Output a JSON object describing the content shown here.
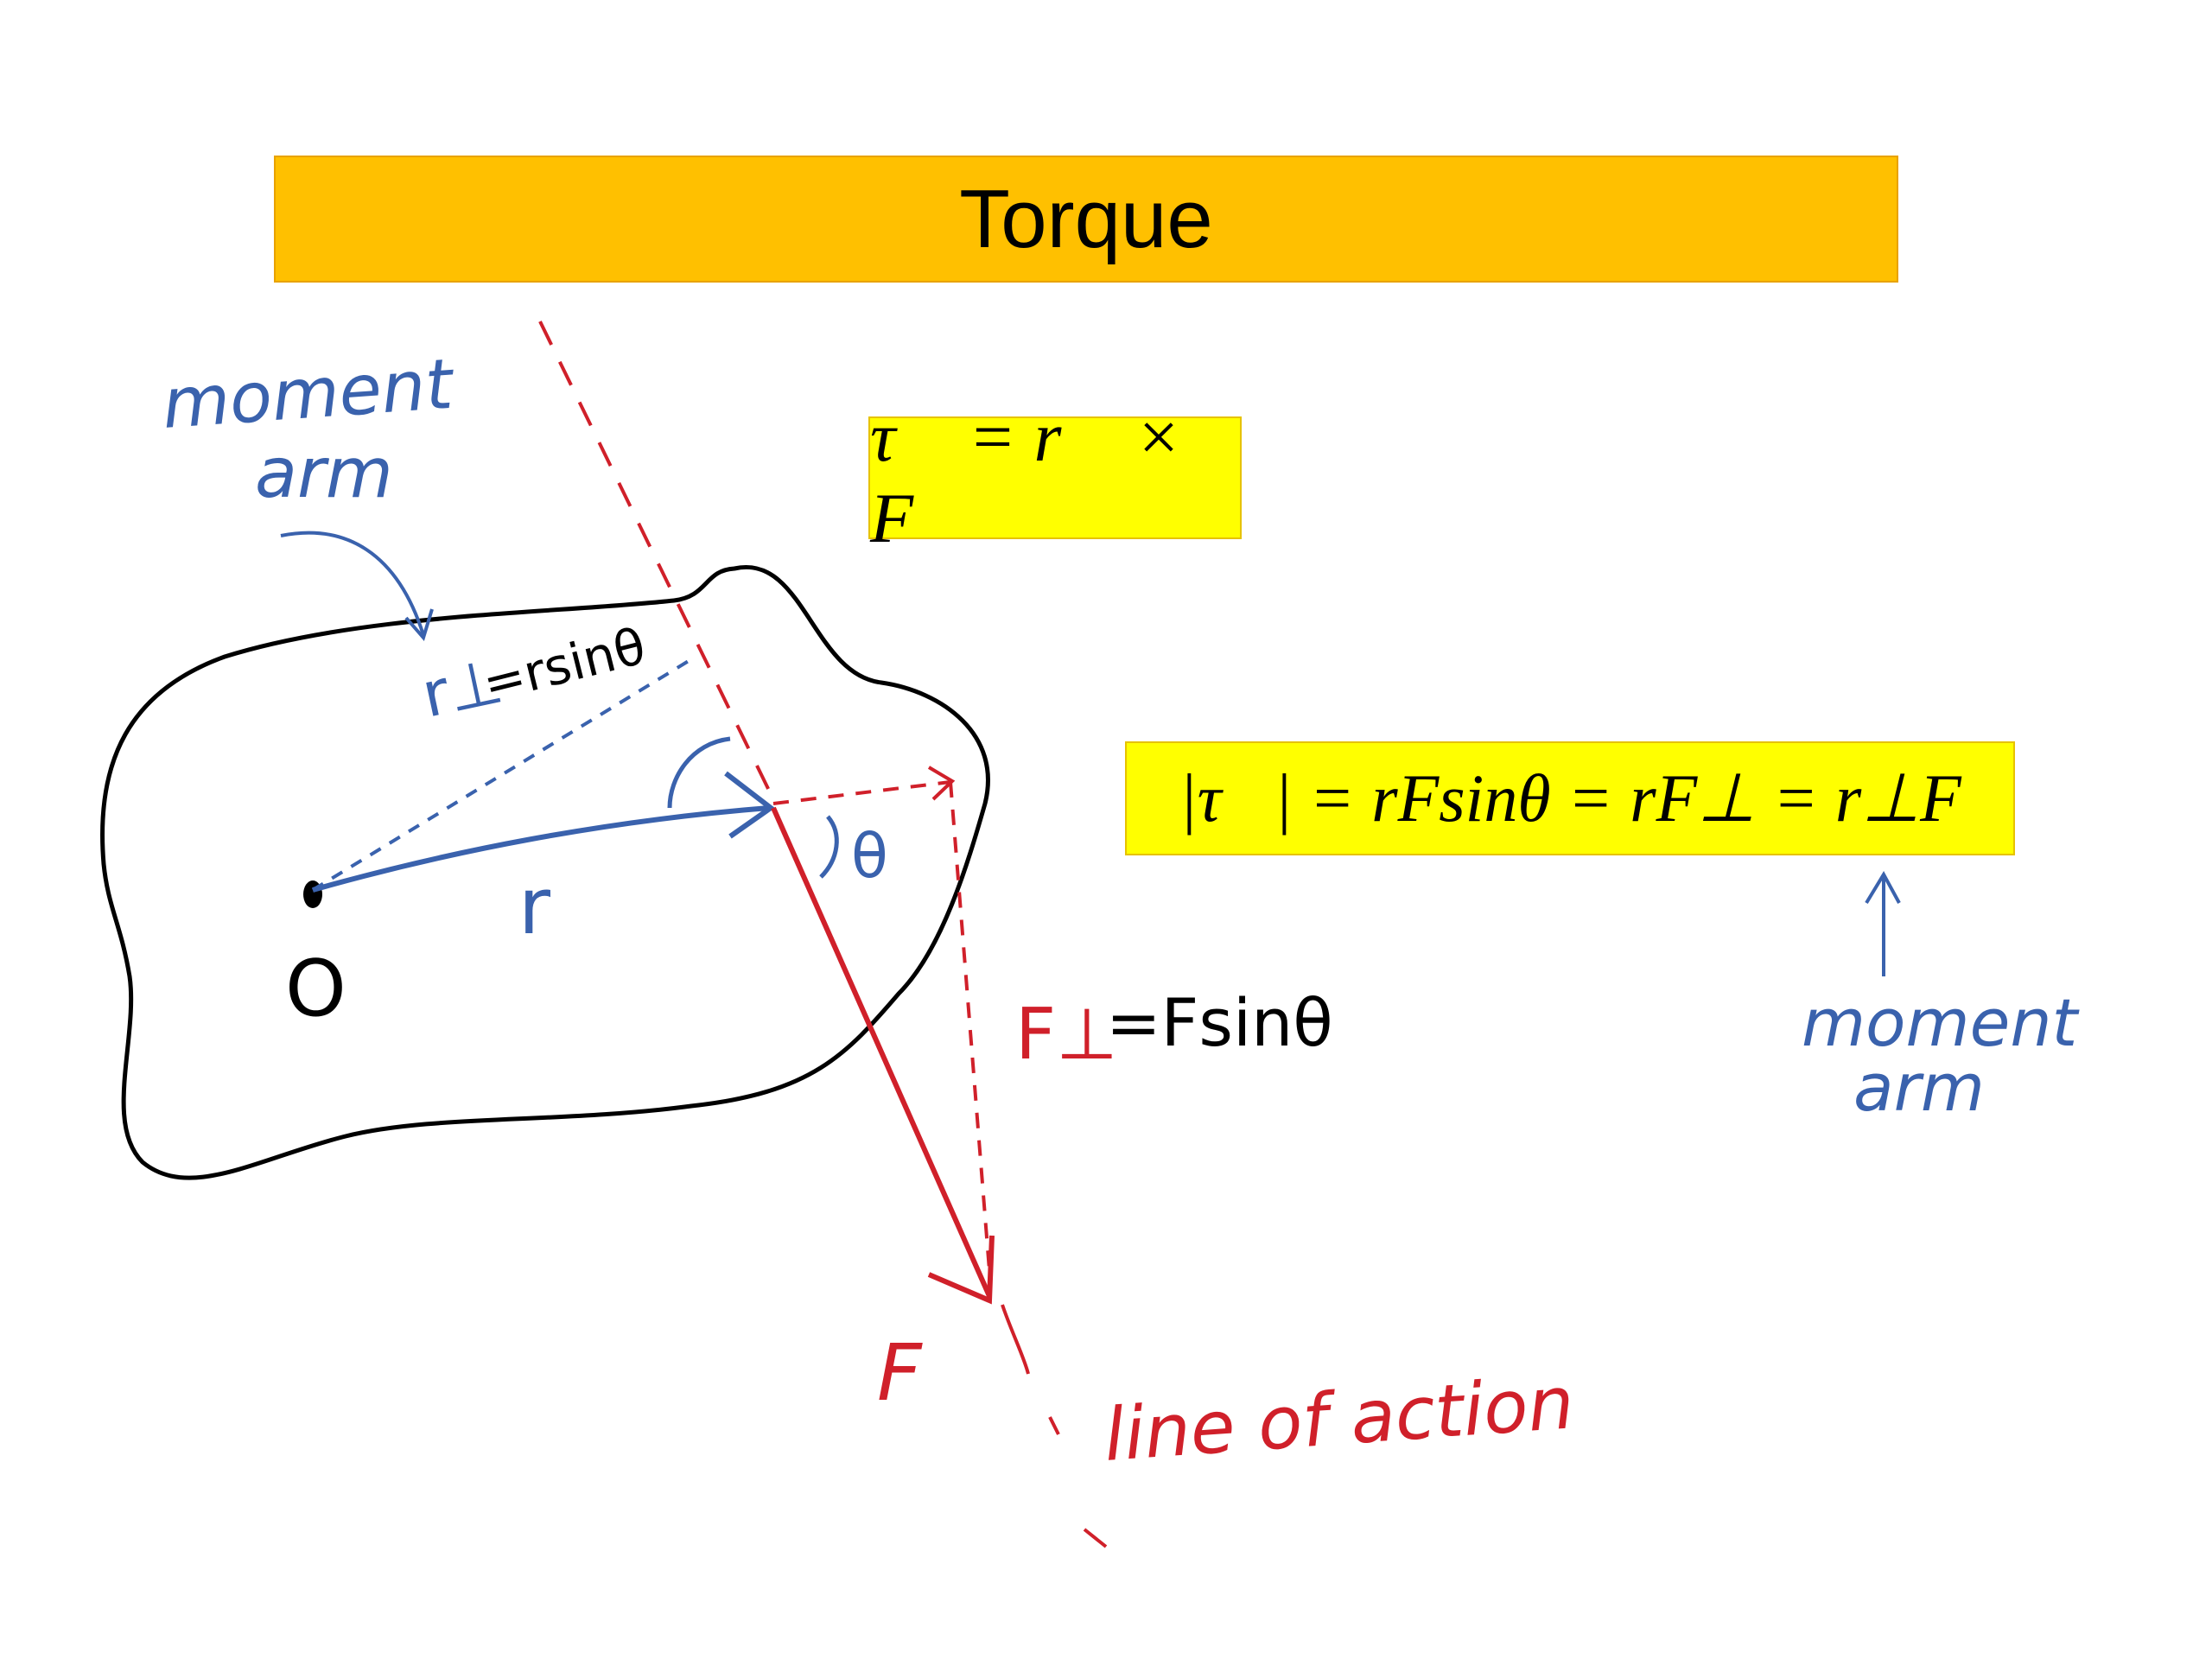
{
  "title": "Torque",
  "equations": {
    "cross_product": "τ⃗ = r⃗ × F⃗",
    "magnitude": "|τ⃗| = rFsinθ = rF⊥ = r⊥F"
  },
  "labels": {
    "moment_arm_left_line1": "moment",
    "moment_arm_left_line2": "arm",
    "moment_arm_right_line1": "moment",
    "moment_arm_right_line2": "arm",
    "r_perp": "r⊥",
    "r_perp_def": "=rsinθ",
    "r": "r",
    "theta": "θ",
    "origin": "O",
    "f_perp": "F⊥",
    "f_perp_def": "=Fsinθ",
    "force": "F",
    "line_of_action": "line of action"
  },
  "colors": {
    "title_bg": "#FFC000",
    "equation_bg": "#FFFF00",
    "blue_ink": "#3a62ad",
    "red_ink": "#d0202a",
    "black_ink": "#000000"
  }
}
